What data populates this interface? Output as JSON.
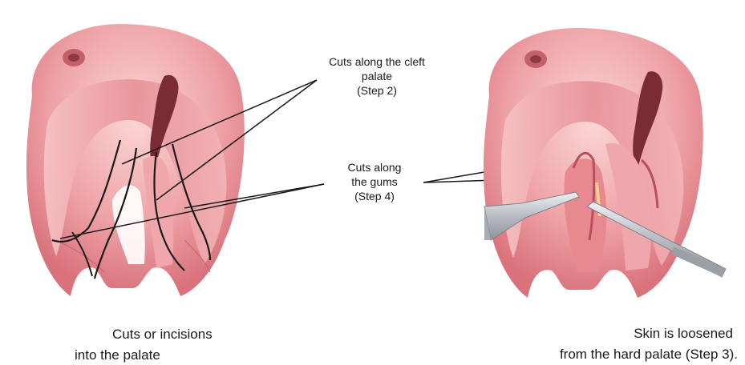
{
  "labels": {
    "step2": [
      "Cuts along the cleft",
      "palate",
      "(Step 2)"
    ],
    "step4": [
      "Cuts along",
      "the gums",
      "(Step 4)"
    ]
  },
  "captions": {
    "left": [
      "Cuts or incisions",
      "into the palate"
    ],
    "right": [
      "Skin is loosened",
      "from the hard palate (Step 3)."
    ]
  },
  "colors": {
    "tissue_light": "#f4b6b8",
    "tissue_mid": "#e8898f",
    "tissue_dark": "#c9646d",
    "cavity": "#7a2c34",
    "line": "#1a1a1a",
    "instrument": "#c9cdd2"
  }
}
